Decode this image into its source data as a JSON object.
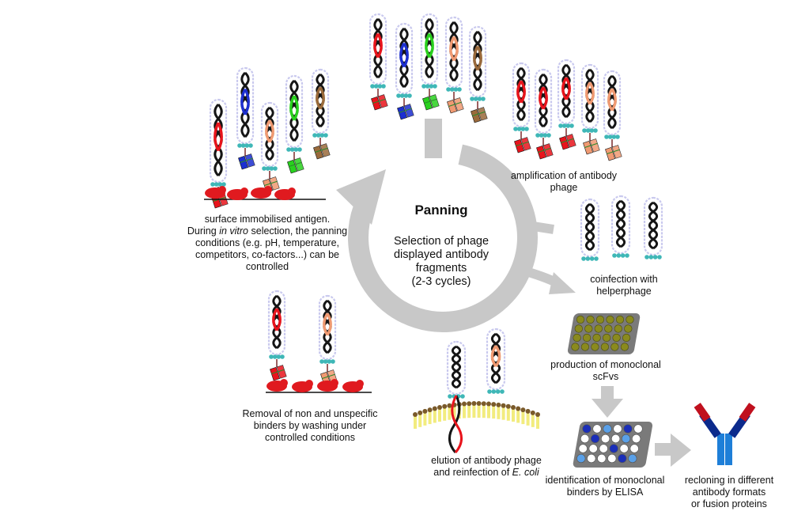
{
  "center": {
    "title": "Panning",
    "subtitle_lines": [
      "Selection of phage",
      "displayed antibody",
      "fragments",
      "(2-3 cycles)"
    ]
  },
  "labels": {
    "antigen": {
      "line1": "surface immobilised antigen.",
      "line2_pre": "During ",
      "line2_italic": "in vitro",
      "line2_post": " selection, the panning",
      "line3": "conditions (e.g. pH, temperature,",
      "line4": "competitors, co-factors...) can be",
      "line5": "controlled"
    },
    "removal": {
      "line1": "Removal of non and unspecific",
      "line2": "binders by washing under",
      "line3": "controlled conditions"
    },
    "elution": {
      "line1": "elution of antibody phage",
      "line2_pre": "and reinfection of ",
      "line2_italic": "E. coli"
    },
    "amplification": {
      "line1": "amplification of antibody",
      "line2": "phage"
    },
    "coinfection": {
      "line1": "coinfection with",
      "line2": "helperphage"
    },
    "production": {
      "line1": "production of monoclonal",
      "line2": "scFvs"
    },
    "identification": {
      "line1": "identification of monoclonal",
      "line2": "binders by ELISA"
    },
    "recloning": {
      "line1": "recloning in different",
      "line2": "antibody formats",
      "line3": "or fusion proteins"
    }
  },
  "colors": {
    "red": "#e8141c",
    "blue": "#1c2fd0",
    "green": "#29d11e",
    "salmon": "#f09a72",
    "brown": "#9a6a3c",
    "capsid": "#c9c9ee",
    "teal": "#3fb7b7",
    "arrow": "#c8c8c8",
    "antigen": "#e01a1f",
    "plate": "#7a7a7a",
    "well_olive": "#8a8a1e",
    "membrane": "#f2ec7e"
  }
}
